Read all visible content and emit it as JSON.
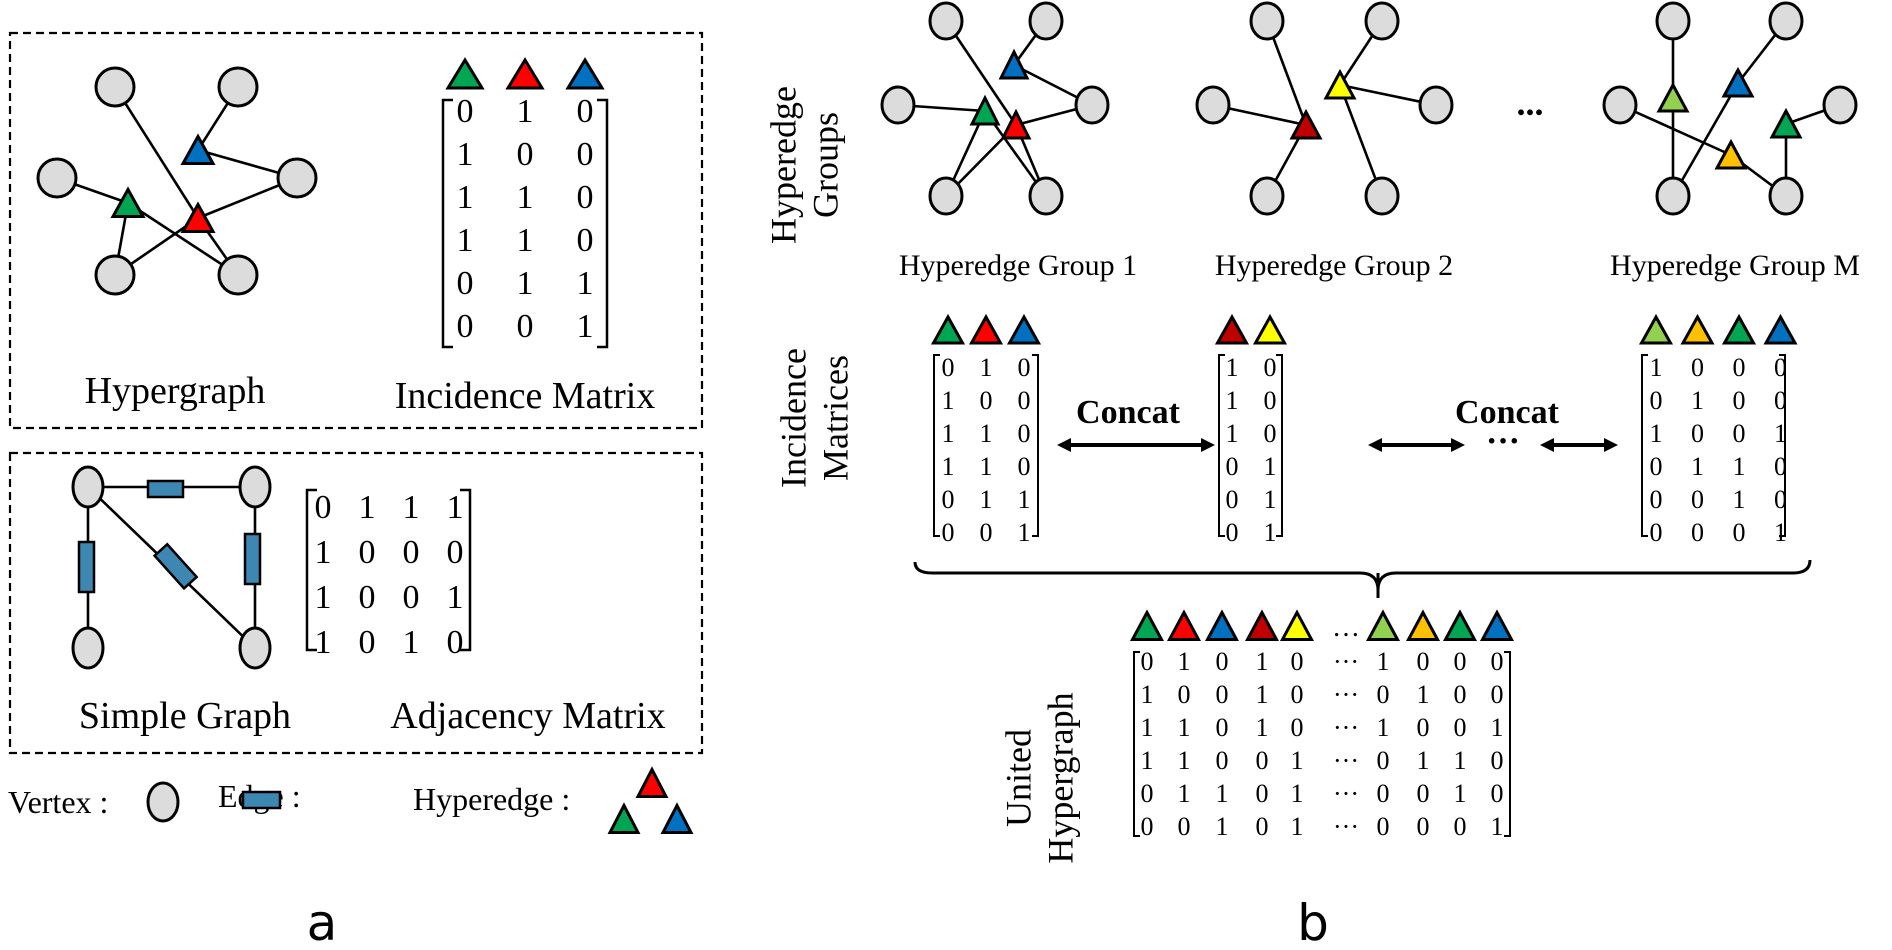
{
  "colors": {
    "green": "#00a651",
    "red": "#ff0000",
    "blue": "#0070c0",
    "darkred": "#c00000",
    "yellow": "#ffff00",
    "lightgreen": "#92d050",
    "orange": "#ffc000",
    "vertex": "#dcdcdc",
    "edge": "#3f87b3"
  },
  "panel_a": {
    "label": "a",
    "hypergraph": {
      "caption": "Hypergraph",
      "hyperedges": [
        "green",
        "red",
        "blue"
      ]
    },
    "incidence_matrix": {
      "caption": "Incidence Matrix",
      "columns": [
        "green",
        "red",
        "blue"
      ],
      "rows": [
        [
          0,
          1,
          0
        ],
        [
          1,
          0,
          0
        ],
        [
          1,
          1,
          0
        ],
        [
          1,
          1,
          0
        ],
        [
          0,
          1,
          1
        ],
        [
          0,
          0,
          1
        ]
      ]
    },
    "simple_graph": {
      "caption": "Simple Graph"
    },
    "adjacency_matrix": {
      "caption": "Adjacency Matrix",
      "rows": [
        [
          0,
          1,
          1,
          1
        ],
        [
          1,
          0,
          0,
          0
        ],
        [
          1,
          0,
          0,
          1
        ],
        [
          1,
          0,
          1,
          0
        ]
      ]
    },
    "legend": {
      "vertex_label": "Vertex :",
      "edge_label": "Edge :",
      "hyperedge_label": "Hyperedge :",
      "hyperedge_colors": [
        "red",
        "green",
        "blue"
      ]
    }
  },
  "panel_b": {
    "label": "b",
    "row_labels": {
      "groups": [
        "Hyperedge",
        "Groups"
      ],
      "incidence": [
        "Incidence",
        "Matrices"
      ],
      "united": [
        "United",
        "Hypergraph"
      ]
    },
    "groups": [
      {
        "caption": "Hyperedge Group 1",
        "hyperedges": [
          "green",
          "red",
          "blue"
        ]
      },
      {
        "caption": "Hyperedge Group 2",
        "hyperedges": [
          "darkred",
          "yellow"
        ]
      },
      {
        "caption": "Hyperedge Group M",
        "hyperedges": [
          "lightgreen",
          "orange",
          "green",
          "blue"
        ]
      }
    ],
    "group_ellipsis": "...",
    "matrices": [
      {
        "columns": [
          "green",
          "red",
          "blue"
        ],
        "rows": [
          [
            0,
            1,
            0
          ],
          [
            1,
            0,
            0
          ],
          [
            1,
            1,
            0
          ],
          [
            1,
            1,
            0
          ],
          [
            0,
            1,
            1
          ],
          [
            0,
            0,
            1
          ]
        ]
      },
      {
        "columns": [
          "darkred",
          "yellow"
        ],
        "rows": [
          [
            1,
            0
          ],
          [
            1,
            0
          ],
          [
            1,
            0
          ],
          [
            0,
            1
          ],
          [
            0,
            1
          ],
          [
            0,
            1
          ]
        ]
      },
      {
        "columns": [
          "lightgreen",
          "orange",
          "green",
          "blue"
        ],
        "rows": [
          [
            1,
            0,
            0,
            0
          ],
          [
            0,
            1,
            0,
            0
          ],
          [
            1,
            0,
            0,
            1
          ],
          [
            0,
            1,
            1,
            0
          ],
          [
            0,
            0,
            1,
            0
          ],
          [
            0,
            0,
            0,
            1
          ]
        ]
      }
    ],
    "concat_label": "Concat",
    "matrix_ellipsis": "···",
    "united": {
      "columns": [
        "green",
        "red",
        "blue",
        "darkred",
        "yellow",
        "…",
        "lightgreen",
        "orange",
        "green",
        "blue"
      ],
      "rows": [
        [
          "0",
          "1",
          "0",
          "1",
          "0",
          "···",
          "1",
          "0",
          "0",
          "0"
        ],
        [
          "1",
          "0",
          "0",
          "1",
          "0",
          "···",
          "0",
          "1",
          "0",
          "0"
        ],
        [
          "1",
          "1",
          "0",
          "1",
          "0",
          "···",
          "1",
          "0",
          "0",
          "1"
        ],
        [
          "1",
          "1",
          "0",
          "0",
          "1",
          "···",
          "0",
          "1",
          "1",
          "0"
        ],
        [
          "0",
          "1",
          "1",
          "0",
          "1",
          "···",
          "0",
          "0",
          "1",
          "0"
        ],
        [
          "0",
          "0",
          "1",
          "0",
          "1",
          "···",
          "0",
          "0",
          "0",
          "1"
        ]
      ]
    }
  }
}
